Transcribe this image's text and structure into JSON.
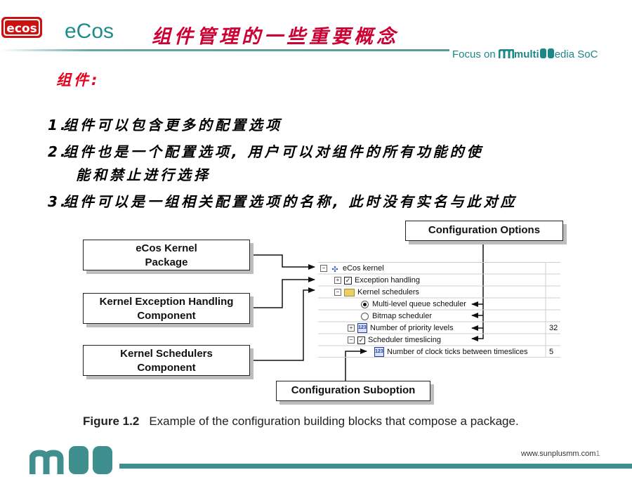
{
  "header": {
    "logo_text": "ecos",
    "brand": "eCos",
    "title": "组件管理的一些重要概念",
    "tagline_prefix": "Focus on ",
    "tagline_multi": "multi",
    "tagline_media": "edia SoC"
  },
  "section_title": "组件:",
  "items": [
    {
      "num": "1.",
      "text": "组件可以包含更多的配置选项"
    },
    {
      "num": "2.",
      "text": "组件也是一个配置选项, 用户可以对组件的所有功能的使",
      "text_cont": "能和禁止进行选择"
    },
    {
      "num": "3.",
      "text": "组件可以是一组相关配置选项的名称, 此时没有实名与此对应"
    }
  ],
  "diagram": {
    "callouts": {
      "config_options": "Configuration Options",
      "kernel_package_line1": "eCos Kernel",
      "kernel_package_line2": "Package",
      "exception_line1": "Kernel Exception Handling",
      "exception_line2": "Component",
      "schedulers_line1": "Kernel Schedulers",
      "schedulers_line2": "Component",
      "suboption": "Configuration Suboption"
    },
    "tree": [
      {
        "label": "eCos kernel",
        "value": ""
      },
      {
        "label": "Exception handling",
        "value": ""
      },
      {
        "label": "Kernel schedulers",
        "value": ""
      },
      {
        "label": "Multi-level queue scheduler",
        "value": ""
      },
      {
        "label": "Bitmap scheduler",
        "value": ""
      },
      {
        "label": "Number of priority levels",
        "value": "32"
      },
      {
        "label": "Scheduler timeslicing",
        "value": ""
      },
      {
        "label": "Number of clock ticks between timeslices",
        "value": "5"
      }
    ],
    "caption_label": "Figure 1.2",
    "caption_text": "Example of the configuration building blocks that compose a package."
  },
  "footer": {
    "url": "www.sunplusmm.com",
    "page": "1"
  },
  "colors": {
    "accent_teal": "#1e8c8a",
    "title_red": "#cc0033",
    "section_red": "#e8001f"
  }
}
